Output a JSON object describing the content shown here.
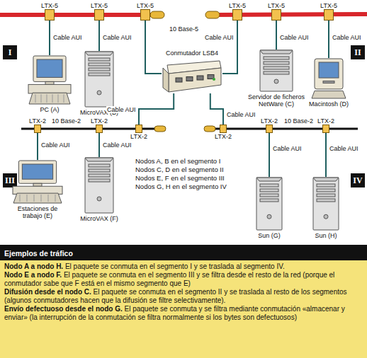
{
  "diagram": {
    "nodes": [
      {
        "text": [
          "LTX-5"
        ]
      },
      {
        "text": [
          "LTX-5"
        ]
      },
      {
        "text": [
          "LTX-5"
        ]
      },
      {
        "text": [
          "LTX-5"
        ]
      },
      {
        "text": [
          "LTX-5"
        ]
      },
      {
        "text": [
          "LTX-5"
        ]
      },
      {
        "text": [
          "I"
        ]
      },
      {
        "text": [
          "II"
        ]
      },
      {
        "text": [
          "PC (A)"
        ]
      },
      {
        "text": [
          "MicroVAX (B)"
        ]
      },
      {
        "text": [
          "Conmutador LSB4"
        ]
      },
      {
        "text": [
          "Servidor de ficheros NetWare (C)"
        ]
      },
      {
        "text": [
          "Macintosh (D)"
        ]
      },
      {
        "text": [
          "LTX-2"
        ]
      },
      {
        "text": [
          "LTX-2"
        ]
      },
      {
        "text": [
          "LTX-2"
        ]
      },
      {
        "text": [
          "LTX-2"
        ]
      },
      {
        "text": [
          "LTX-2"
        ]
      },
      {
        "text": [
          "LTX-2"
        ]
      },
      {
        "text": [
          "III"
        ]
      },
      {
        "text": [
          "IV"
        ]
      },
      {
        "text": [
          "Estaciones de trabajo (E)"
        ]
      },
      {
        "text": [
          "MicroVAX (F)"
        ]
      },
      {
        "text": [
          "Sun (G)"
        ]
      },
      {
        "text": [
          "Sun (H)"
        ]
      },
      {
        "text": [
          "Ejemplos de tráfico",
          "Nodo A a nodo H.",
          "El paquete se conmuta en el segmento I y se traslada al segmento IV.",
          "Nodo E a nodo F.",
          "El paquete se conmuta en el segmento III y se filtra desde el resto de la red (porque el conmutador sabe que F está en el mismo segmento que E)",
          "Difusión desde el nodo C.",
          "El paquete se conmuta en el segmento II y se traslada al resto de los segmentos (algunos conmutadores hacen que la difusión se filtre selectivamente).",
          "Envío defectuoso desde el nodo G.",
          "El paquete se conmuta y se filtra mediante conmutación «almacenar y enviar» (la interrupción de la conmutación se filtra normalmente si los bytes son defectuosos)"
        ]
      }
    ],
    "edges": [
      {
        "from": 8,
        "to": 0,
        "arrow": "none",
        "label": "Cable AUI"
      },
      {
        "from": 9,
        "to": 1,
        "arrow": "none",
        "label": "Cable AUI"
      },
      {
        "from": 10,
        "to": 2,
        "arrow": "none"
      },
      {
        "from": 10,
        "to": 3,
        "arrow": "none",
        "label": "Cable AUI"
      },
      {
        "from": 11,
        "to": 4,
        "arrow": "none",
        "label": "Cable AUI"
      },
      {
        "from": 12,
        "to": 5,
        "arrow": "none",
        "label": "Cable AUI"
      },
      {
        "from": 21,
        "to": 13,
        "arrow": "none",
        "label": "Cable AUI"
      },
      {
        "from": 22,
        "to": 14,
        "arrow": "none",
        "label": "Cable AUI"
      },
      {
        "from": 10,
        "to": 15,
        "arrow": "none",
        "label": "Cable AUI"
      },
      {
        "from": 10,
        "to": 16,
        "arrow": "none",
        "label": "Cable AUI"
      },
      {
        "from": 23,
        "to": 17,
        "arrow": "none",
        "label": "Cable AUI"
      },
      {
        "from": 24,
        "to": 18,
        "arrow": "none",
        "label": "Cable AUI"
      }
    ],
    "labels": [
      "10 Base-5",
      "10 Base-2",
      "10 Base-2",
      "Nodos A, B en el segmento I",
      "Nodos C, D en el segmento II",
      "Nodos E, F en el segmento III",
      "Nodos G, H en el segmento IV"
    ]
  }
}
